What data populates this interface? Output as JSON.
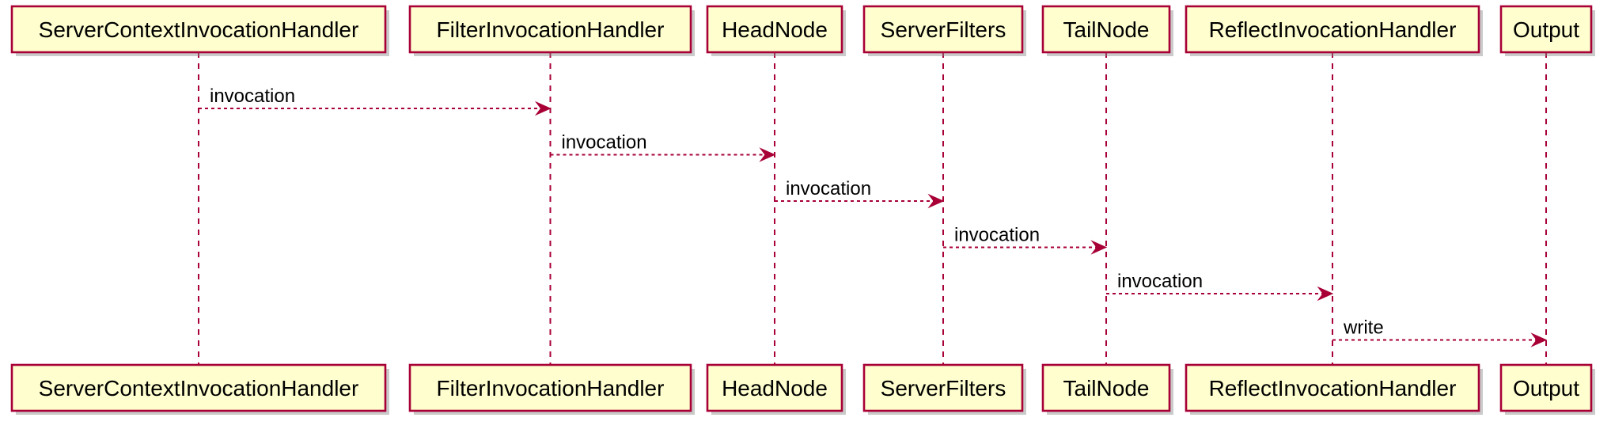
{
  "diagram": {
    "type": "sequence",
    "participants": [
      "ServerContextInvocationHandler",
      "FilterInvocationHandler",
      "HeadNode",
      "ServerFilters",
      "TailNode",
      "ReflectInvocationHandler",
      "Output"
    ],
    "messages": [
      {
        "from": 0,
        "to": 1,
        "label": "invocation",
        "style": "dashed"
      },
      {
        "from": 1,
        "to": 2,
        "label": "invocation",
        "style": "dashed"
      },
      {
        "from": 2,
        "to": 3,
        "label": "invocation",
        "style": "dashed"
      },
      {
        "from": 3,
        "to": 4,
        "label": "invocation",
        "style": "dashed"
      },
      {
        "from": 4,
        "to": 5,
        "label": "invocation",
        "style": "dashed"
      },
      {
        "from": 5,
        "to": 6,
        "label": "write",
        "style": "dashed"
      }
    ],
    "colors": {
      "box_fill": "#FEFECE",
      "border": "#A80036",
      "text": "#000000"
    }
  }
}
